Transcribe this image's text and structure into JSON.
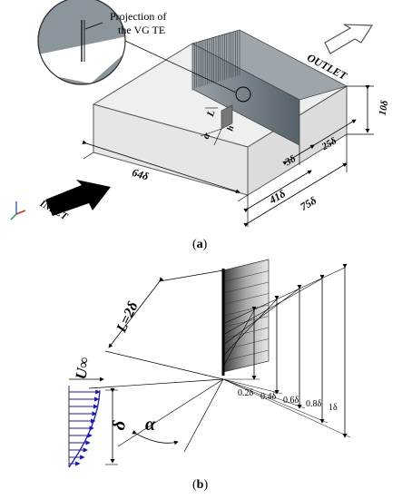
{
  "panel_a": {
    "caption_letter": "a",
    "callout_text_line1": "Projection of",
    "callout_text_line2": "the VG TE",
    "outlet_label": "OUTLET",
    "inlet_label": "INLET",
    "dim_length": "64δ",
    "dim_downstream": "41δ",
    "dim_total": "75δ",
    "dim_width": "25δ",
    "dim_gap": "3δ",
    "dim_height": "10δ",
    "vg_length_label": "L",
    "vg_height_label": "h",
    "vg_angle_label": "α"
  },
  "panel_b": {
    "caption_letter": "b",
    "vg_length_label": "L=2δ",
    "velocity_label": "U∞",
    "boundary_layer_label": "δ",
    "angle_label": "α",
    "heights": [
      "0.2δ",
      "0.4δ",
      "0.6δ",
      "0.8δ",
      "1δ"
    ]
  }
}
